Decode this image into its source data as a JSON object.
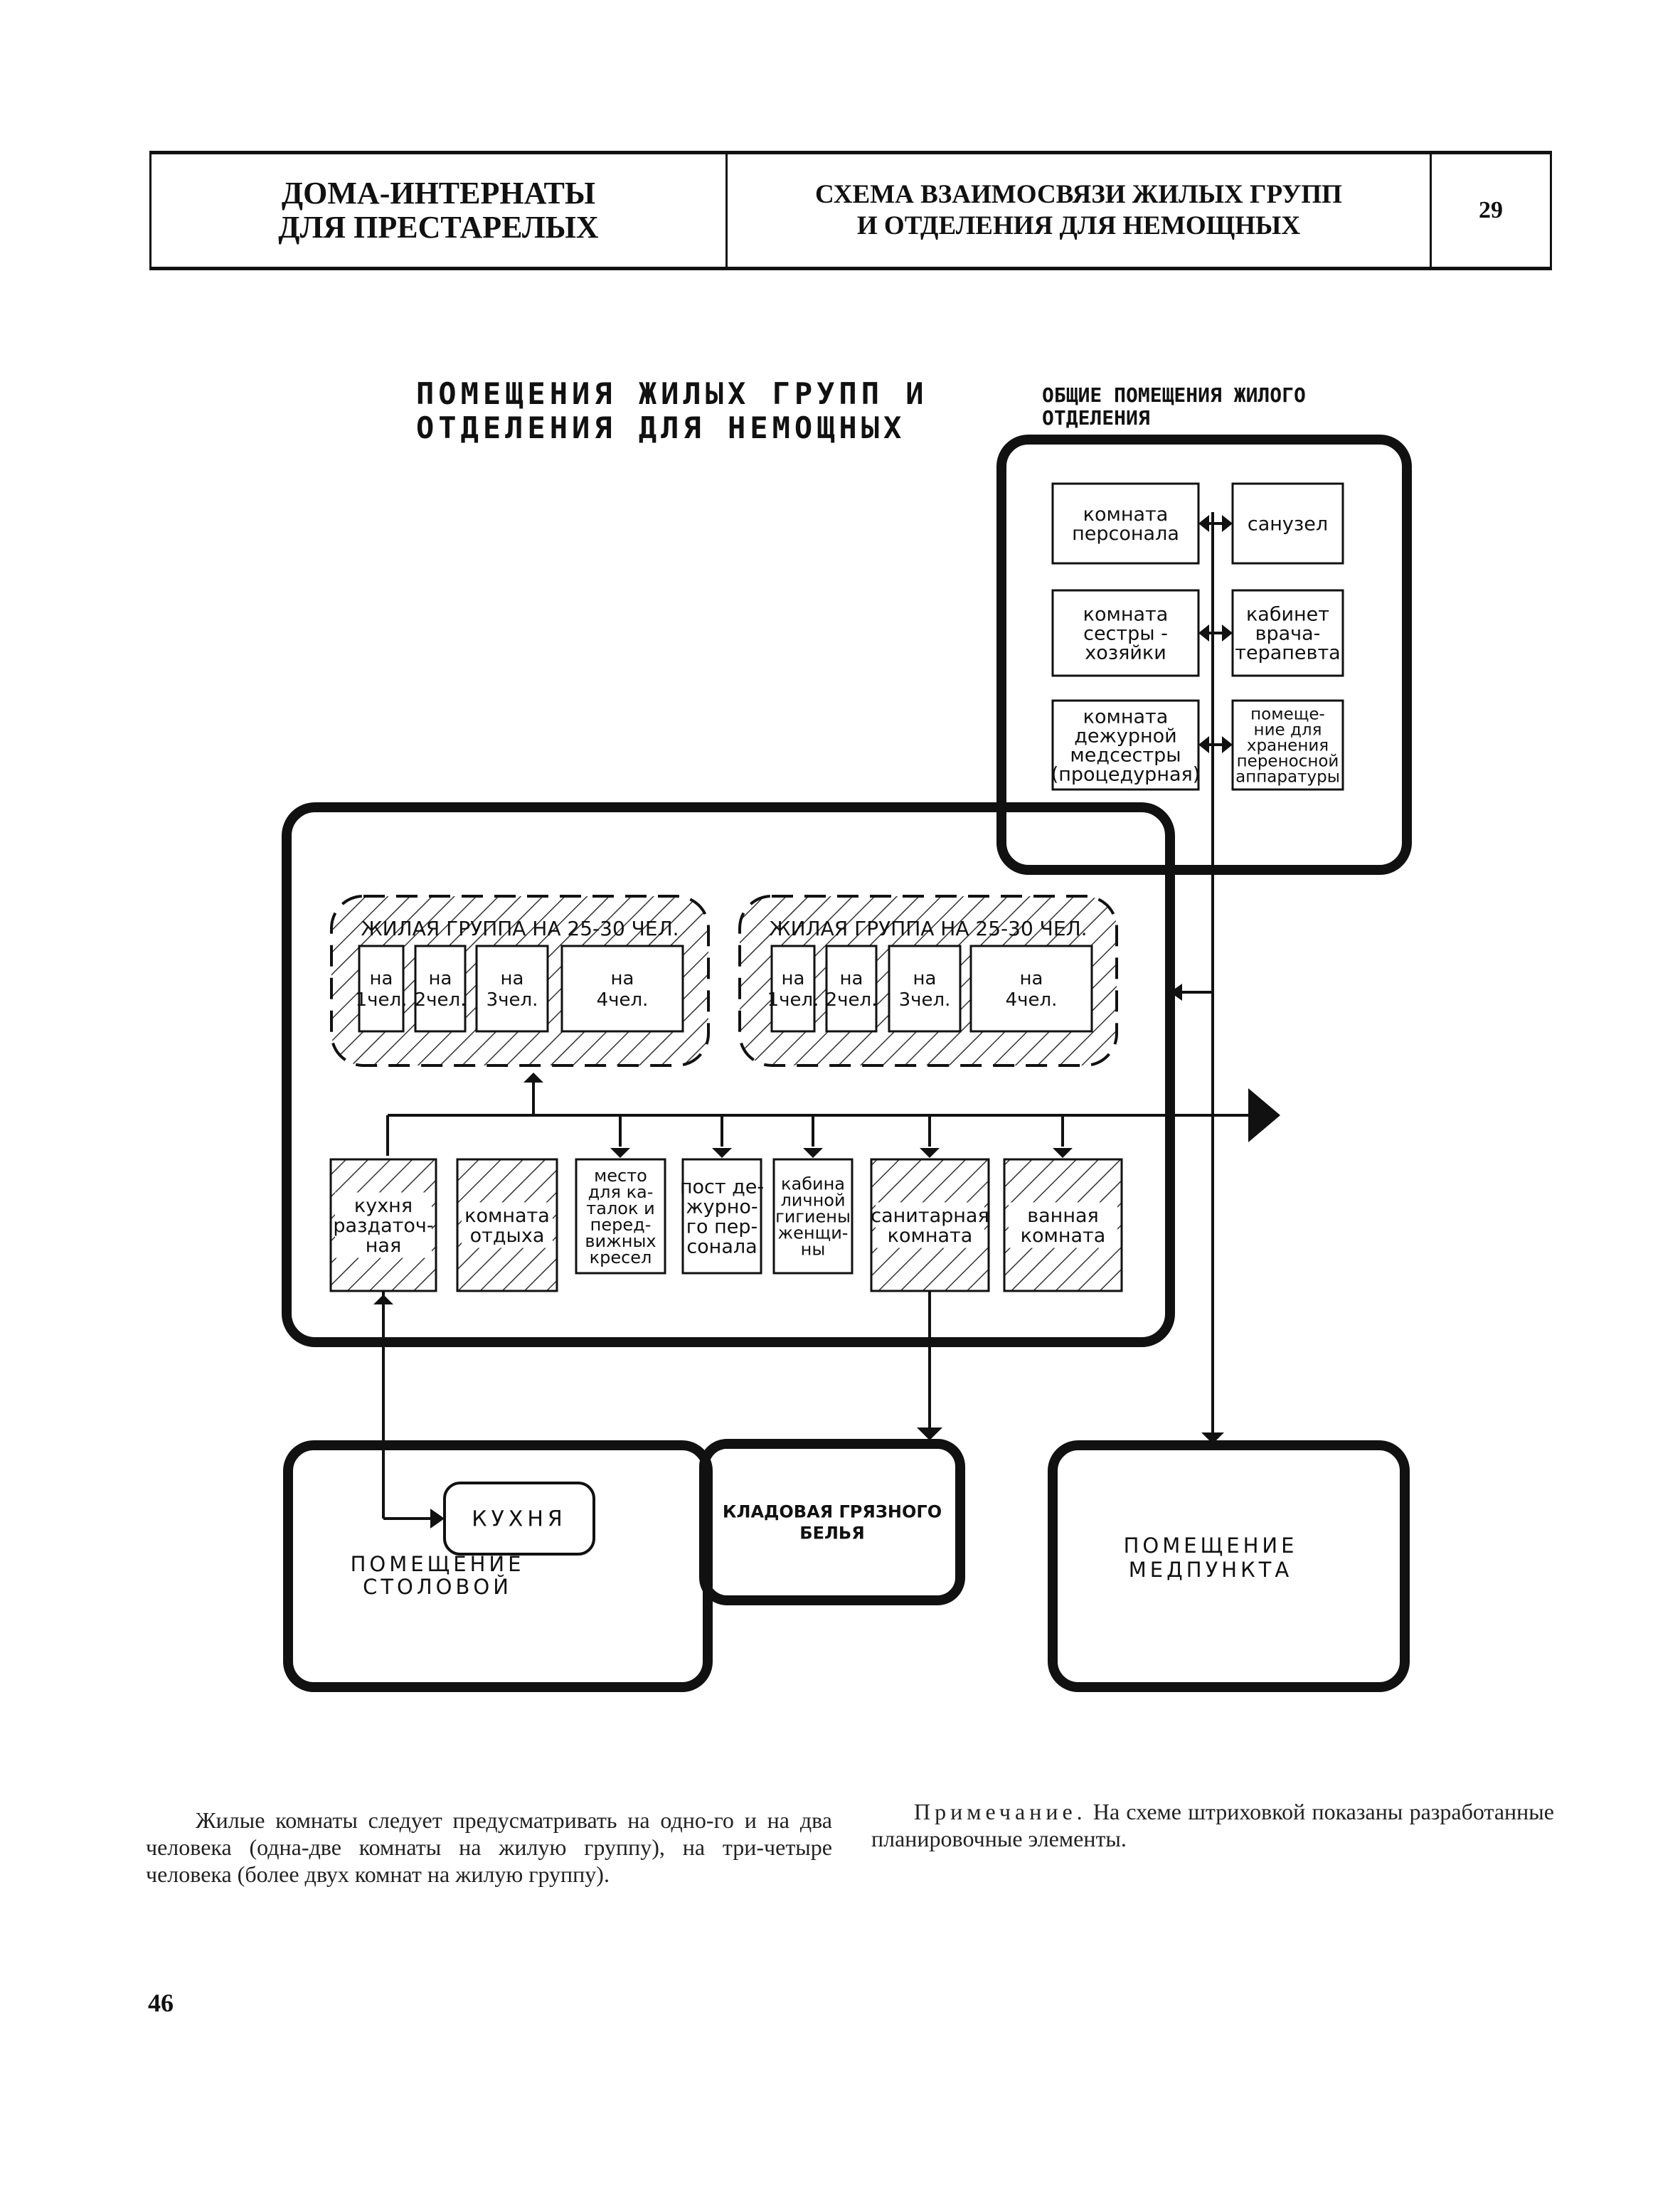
{
  "header": {
    "series_title": "ДОМА-ИНТЕРНАТЫ\nДЛЯ ПРЕСТАРЕЛЫХ",
    "sheet_title": "СХЕМА ВЗАИМОСВЯЗИ ЖИЛЫХ ГРУПП\nИ ОТДЕЛЕНИЯ ДЛЯ НЕМОЩНЫХ",
    "sheet_number": "29"
  },
  "diagram": {
    "heading_left": "ПОМЕЩЕНИЯ ЖИЛЫХ ГРУПП И\nОТДЕЛЕНИЯ ДЛЯ НЕМОЩНЫХ",
    "heading_right": "ОБЩИЕ ПОМЕЩЕНИЯ ЖИЛОГО\nОТДЕЛЕНИЯ",
    "common_rooms_left": [
      [
        "комната",
        "персонала"
      ],
      [
        "комната",
        "сестры -",
        "хозяйки"
      ],
      [
        "комната",
        "дежурной",
        "медсестры",
        "(процедурная)"
      ]
    ],
    "common_rooms_right": [
      [
        "санузел"
      ],
      [
        "кабинет",
        "врача-",
        "терапевта"
      ],
      [
        "помеще-",
        "ние для",
        "хранения",
        "переносной",
        "аппаратуры"
      ]
    ],
    "living_group_label": "ЖИЛАЯ ГРУППА НА 25-30 ЧЕЛ.",
    "living_rooms": [
      [
        "на",
        "1чел."
      ],
      [
        "на",
        "2чел."
      ],
      [
        "на",
        "3чел."
      ],
      [
        "на",
        "4чел."
      ]
    ],
    "service_rooms": [
      [
        "кухня",
        "раздаточ-",
        "ная"
      ],
      [
        "комната",
        "отдыха"
      ],
      [
        "место",
        "для ка-",
        "талок и",
        "перед-",
        "вижных",
        "кресел"
      ],
      [
        "пост де-",
        "журно-",
        "го пер-",
        "сонала"
      ],
      [
        "кабина",
        "личной",
        "гигиены",
        "женщи-",
        "ны"
      ],
      [
        "санитарная",
        "комната"
      ],
      [
        "ванная",
        "комната"
      ]
    ],
    "kitchen": "КУХНЯ",
    "dining": "ПОМЕЩЕНИЕ\nСТОЛОВОЙ",
    "dirty_linen": [
      "КЛАДОВАЯ ГРЯЗНОГО",
      "БЕЛЬЯ"
    ],
    "medpoint": "ПОМЕЩЕНИЕ\nМЕДПУНКТА"
  },
  "text": {
    "left_paragraph": "Жилые комнаты следует предусматривать на одно-го и на два человека (одна-две комнаты на жилую группу), на три-четыре человека (более двух комнат на жилую группу).",
    "note_label": "Примечание.",
    "note_text": " На схеме штриховкой показаны разработанные планировочные элементы."
  },
  "page_number": "46"
}
